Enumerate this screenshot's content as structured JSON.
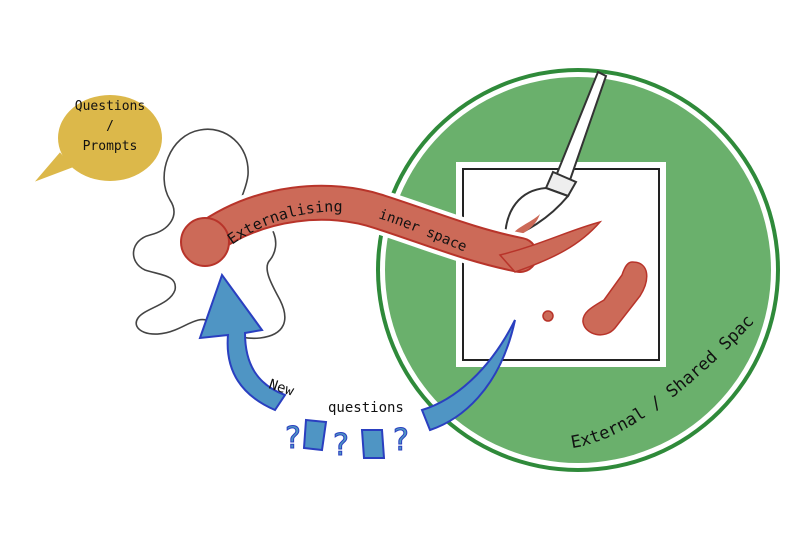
{
  "speech_bubble": {
    "line1": "Questions",
    "line2": "/",
    "line3": "Prompts"
  },
  "arm_label": {
    "word1": "Externalising",
    "word2": "inner space"
  },
  "loop_label": {
    "word1": "New",
    "word2": "questions"
  },
  "question_marks": [
    "?",
    "?",
    "?"
  ],
  "circle_label": "External / Shared Space",
  "colors": {
    "green": "#6ab06c",
    "green_outline": "#2f8a3a",
    "red": "#cc6a58",
    "red_outline": "#b8342a",
    "yellow": "#dcb84a",
    "blue": "#4f95c4",
    "blue_outline": "#2a3fc0"
  }
}
